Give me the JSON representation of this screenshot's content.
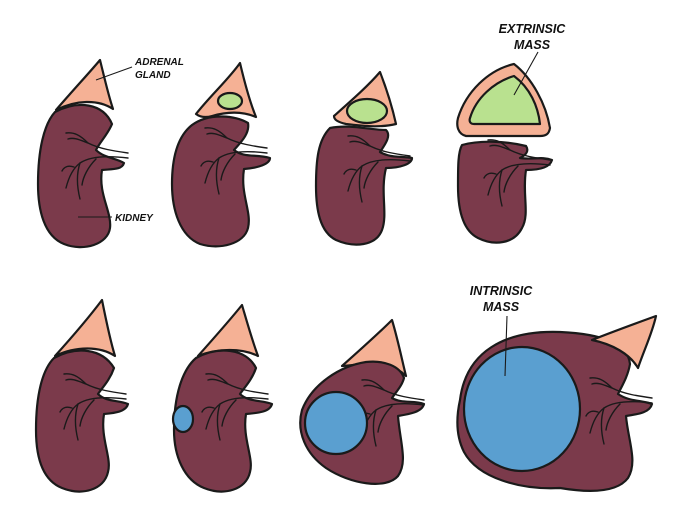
{
  "labels": {
    "adrenal_line1": "ADRENAL",
    "adrenal_line2": "GLAND",
    "kidney": "KIDNEY",
    "extrinsic_line1": "EXTRINSIC",
    "extrinsic_line2": "MASS",
    "intrinsic_line1": "INTRINSIC",
    "intrinsic_line2": "MASS"
  },
  "colors": {
    "kidney": "#7b3a4b",
    "adrenal": "#f5b195",
    "extrinsic_mass": "#b9e18f",
    "intrinsic_mass": "#5a9fd0",
    "outline": "#1a1a1a"
  }
}
